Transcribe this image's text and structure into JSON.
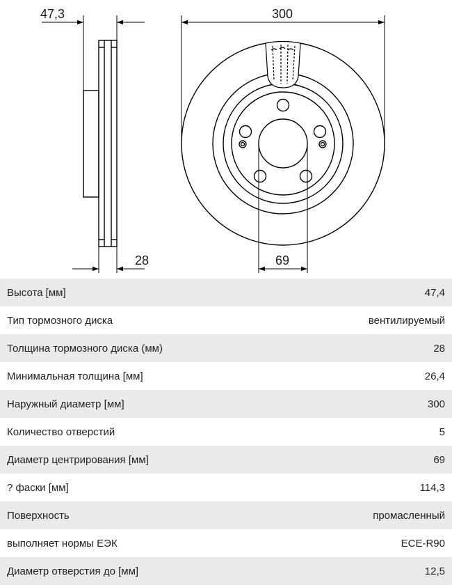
{
  "drawing": {
    "dim_height": "47,3",
    "dim_diameter": "300",
    "dim_thickness": "28",
    "dim_center_bore": "69"
  },
  "specs": [
    {
      "label": "Высота [мм]",
      "value": "47,4"
    },
    {
      "label": "Тип тормозного диска",
      "value": "вентилируемый"
    },
    {
      "label": "Толщина тормозного диска (мм)",
      "value": "28"
    },
    {
      "label": "Минимальная толщина [мм]",
      "value": "26,4"
    },
    {
      "label": "Наружный диаметр [мм]",
      "value": "300"
    },
    {
      "label": "Количество отверстий",
      "value": "5"
    },
    {
      "label": "Диаметр центрирования [мм]",
      "value": "69"
    },
    {
      "label": "? фаски [мм]",
      "value": "114,3"
    },
    {
      "label": "Поверхность",
      "value": "промасленный"
    },
    {
      "label": "выполняет нормы ЕЭК",
      "value": "ECE-R90"
    },
    {
      "label": "Диаметр отверстия до [мм]",
      "value": "12,5"
    }
  ]
}
